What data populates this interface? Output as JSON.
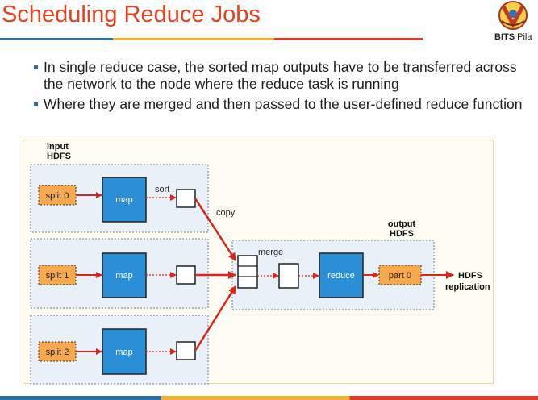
{
  "slide": {
    "title": "Scheduling Reduce Jobs",
    "brand": "BITS",
    "brand_location": "Pila",
    "bullets": [
      "In single reduce case,  the sorted map outputs have to be transferred across the network to the node where the reduce task is running",
      "Where they are merged and then passed to the user-defined reduce function"
    ]
  },
  "diagram": {
    "input_label_1": "input",
    "input_label_2": "HDFS",
    "splits": [
      "split 0",
      "split 1",
      "split 2"
    ],
    "map_label": "map",
    "sort_label": "sort",
    "copy_label": "copy",
    "merge_label": "merge",
    "reduce_label": "reduce",
    "part_label": "part 0",
    "output_label_1": "output",
    "output_label_2": "HDFS",
    "hdfs_label": "HDFS",
    "replication_label": "replication"
  },
  "colors": {
    "title": "#e8401c",
    "split_fill": "#f7a94b",
    "map_fill": "#2a8fd4",
    "arrow": "#d9261c",
    "bullet": "#2c6fa8"
  }
}
